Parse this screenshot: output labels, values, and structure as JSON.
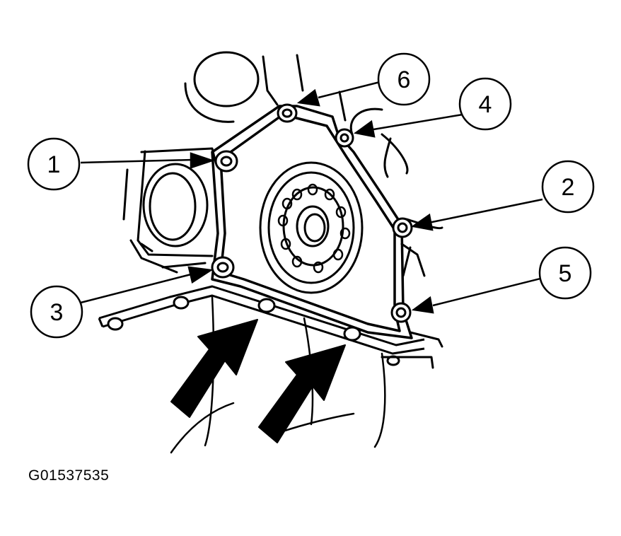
{
  "figure": {
    "id": "G01537535",
    "callouts": [
      {
        "label": "1",
        "target": "top-left-bolt"
      },
      {
        "label": "2",
        "target": "right-middle-bolt"
      },
      {
        "label": "3",
        "target": "lower-left-bolt"
      },
      {
        "label": "4",
        "target": "top-right-bolt"
      },
      {
        "label": "5",
        "target": "lower-right-bolt"
      },
      {
        "label": "6",
        "target": "top-bolt"
      }
    ],
    "oil_pan_bolt_arrows": 2
  },
  "colors": {
    "ink": "#000000",
    "paper": "#ffffff"
  }
}
